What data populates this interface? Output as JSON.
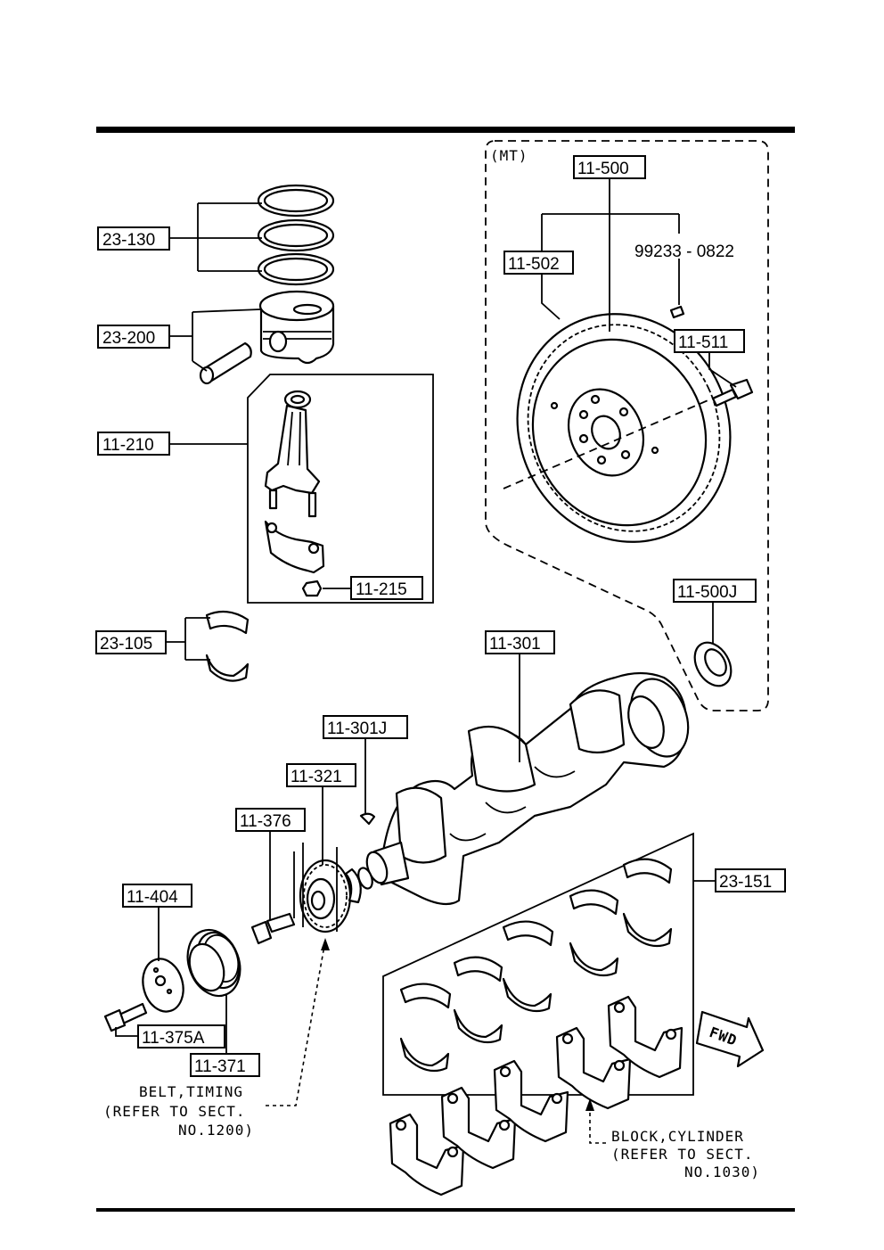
{
  "labels": {
    "l_23_130": "23-130",
    "l_23_200": "23-200",
    "l_11_210": "11-210",
    "l_11_215": "11-215",
    "l_23_105": "23-105",
    "l_11_500": "11-500",
    "l_11_502": "11-502",
    "l_99233": "99233 - 0822",
    "l_11_511": "11-511",
    "l_11_500j": "11-500J",
    "l_11_301": "11-301",
    "l_11_301j": "11-301J",
    "l_11_321": "11-321",
    "l_11_376": "11-376",
    "l_11_404": "11-404",
    "l_11_375a": "11-375A",
    "l_11_371": "11-371",
    "l_23_151": "23-151"
  },
  "notes": {
    "mt": "(MT)",
    "fwd": "FWD",
    "belt_1": "BELT,TIMING",
    "belt_2": "(REFER TO SECT.",
    "belt_3": "NO.1200)",
    "block_1": "BLOCK,CYLINDER",
    "block_2": "(REFER TO SECT.",
    "block_3": "NO.1030)"
  }
}
